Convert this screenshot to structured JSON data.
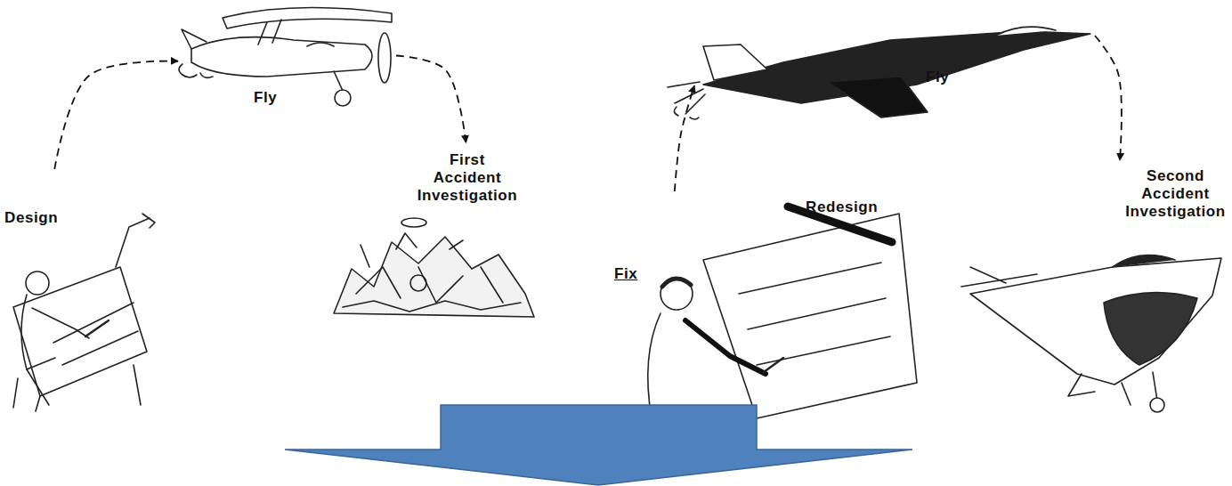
{
  "diagram": {
    "nodes": [
      {
        "text": [
          "Design"
        ]
      },
      {
        "text": [
          "Fly"
        ]
      },
      {
        "text": [
          "First Accident Investigation"
        ]
      },
      {
        "text": [
          "Redesign"
        ]
      },
      {
        "text": [
          "Fly"
        ]
      },
      {
        "text": [
          "Second Accident Investigation"
        ]
      }
    ],
    "edges": [
      {
        "from": 0,
        "to": 1,
        "arrow": "to"
      },
      {
        "from": 1,
        "to": 2,
        "arrow": "to"
      },
      {
        "from": 3,
        "to": 4,
        "arrow": "to"
      },
      {
        "from": 4,
        "to": 5,
        "arrow": "to"
      }
    ],
    "labels": [
      "Fix"
    ]
  }
}
